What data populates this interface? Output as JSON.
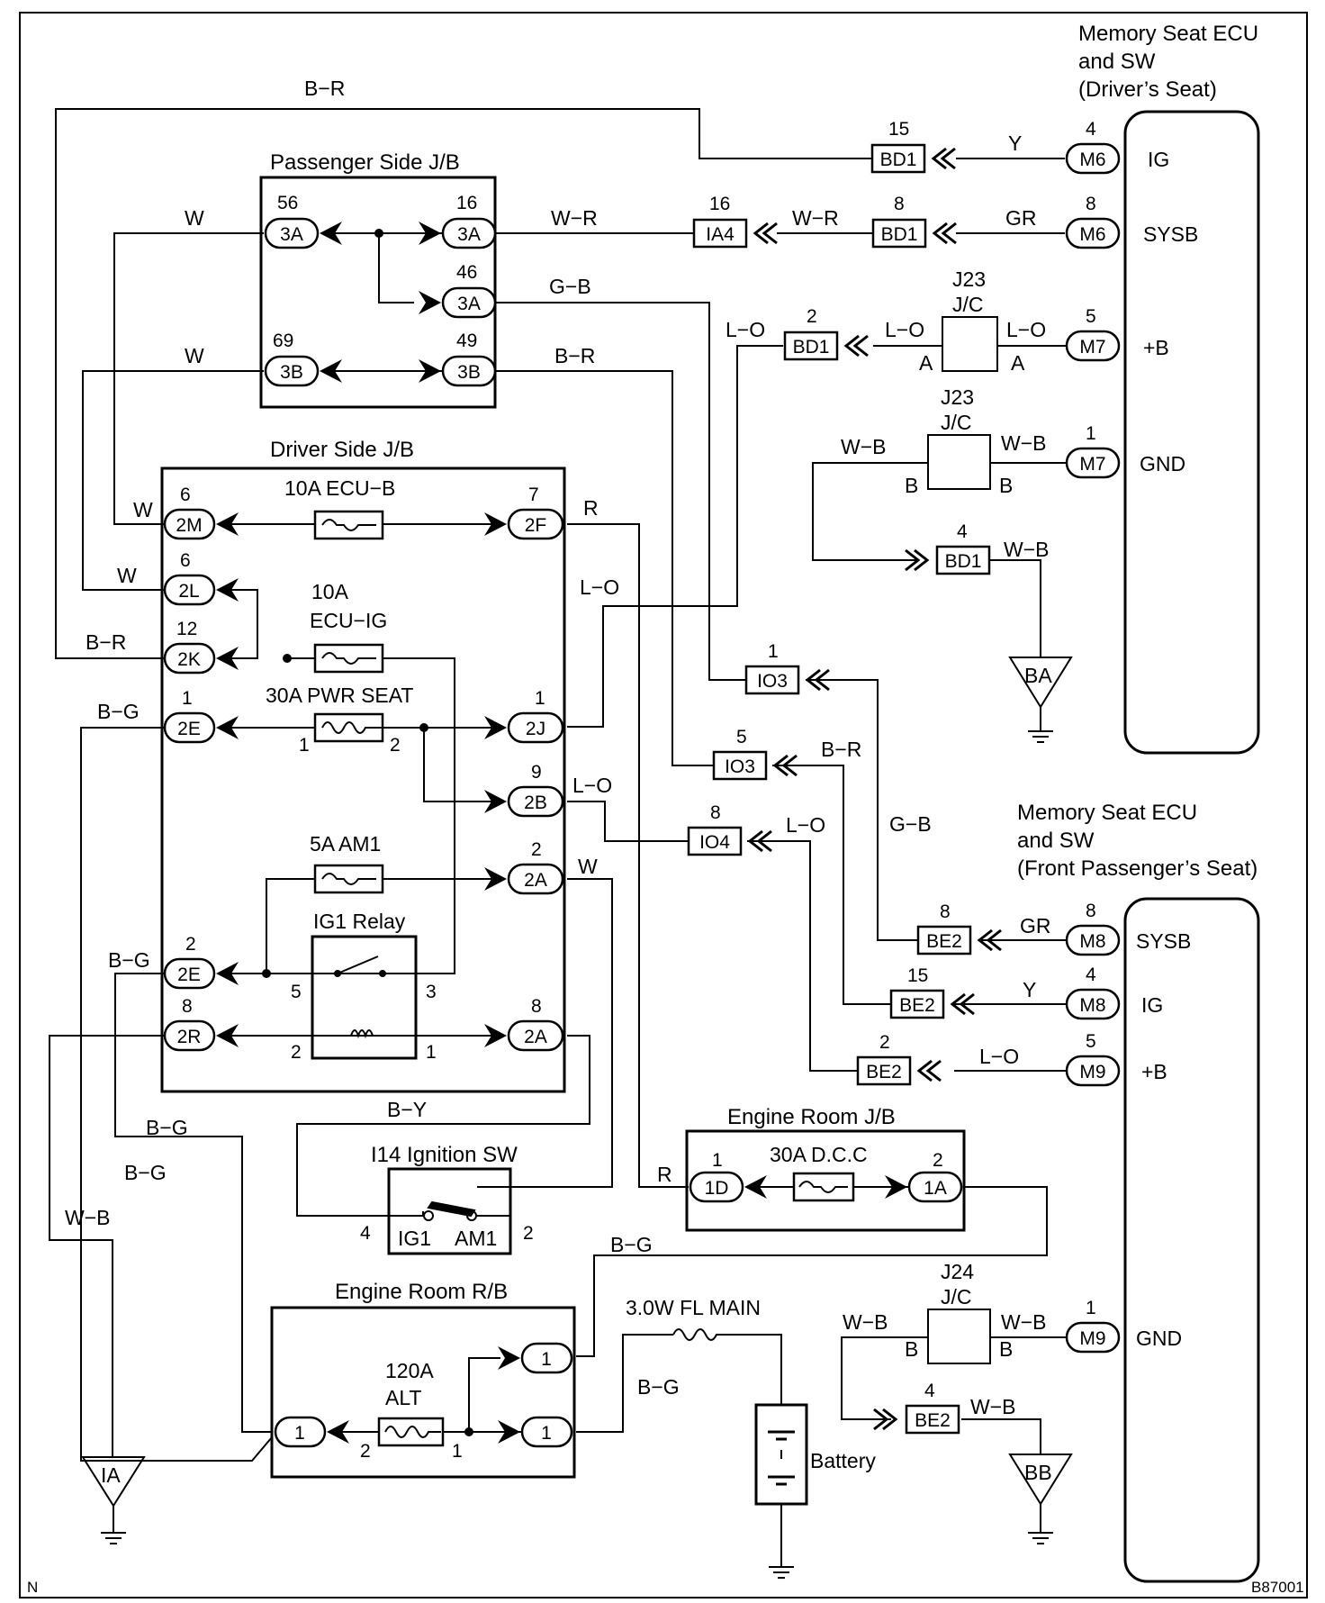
{
  "headers": {
    "ecu_driver_line1": "Memory Seat ECU",
    "ecu_driver_line2": "and SW",
    "ecu_driver_line3": "(Driver’s Seat)",
    "ecu_pass_line1": "Memory Seat ECU",
    "ecu_pass_line2": "and SW",
    "ecu_pass_line3": "(Front Passenger’s Seat)",
    "passenger_jb": "Passenger Side J/B",
    "driver_jb": "Driver Side J/B",
    "engine_jb": "Engine Room J/B",
    "engine_rb": "Engine Room R/B",
    "ignition_sw": "I14 Ignition SW"
  },
  "fuses": {
    "ecu_b": "10A ECU−B",
    "ecu_ig_1": "10A",
    "ecu_ig_2": "ECU−IG",
    "pwr_seat": "30A PWR SEAT",
    "am1": "5A AM1",
    "ig1_relay": "IG1 Relay",
    "dcc": "30A D.C.C",
    "alt_1": "120A",
    "alt_2": "ALT",
    "fl_main": "3.0W FL MAIN",
    "battery": "Battery"
  },
  "ecu_pins": {
    "ig": "IG",
    "sysb": "SYSB",
    "plus_b": "+B",
    "gnd": "GND",
    "p_sysb": "SYSB",
    "p_ig": "IG",
    "p_plus_b": "+B",
    "p_gnd": "GND"
  },
  "jc": {
    "j23": "J23",
    "j24": "J24",
    "jc": "J/C"
  },
  "grounds": {
    "ba": "BA",
    "ia": "IA",
    "bb": "BB"
  },
  "switch": {
    "ig1": "IG1",
    "am1": "AM1"
  },
  "footer": {
    "left": "N",
    "right": "B87001"
  },
  "wire_colors": {
    "b_r": "B−R",
    "w": "W",
    "w_r": "W−R",
    "g_b": "G−B",
    "y": "Y",
    "gr": "GR",
    "l_o": "L−O",
    "w_b": "W−B",
    "b_g": "B−G",
    "r": "R",
    "b_y": "B−Y"
  },
  "connectors": {
    "m6": "M6",
    "m7": "M7",
    "m8": "M8",
    "m9": "M9",
    "bd1": "BD1",
    "ia4": "IA4",
    "io3": "IO3",
    "io4": "IO4",
    "be2": "BE2",
    "c3a": "3A",
    "c3b": "3B",
    "c2m": "2M",
    "c2l": "2L",
    "c2k": "2K",
    "c2e": "2E",
    "c2r": "2R",
    "c2f": "2F",
    "c2j": "2J",
    "c2b": "2B",
    "c2a": "2A",
    "c1d": "1D",
    "c1a": "1A",
    "c1": "1"
  },
  "pin_numbers": {
    "p1": "1",
    "p2": "2",
    "p3": "3",
    "p4": "4",
    "p5": "5",
    "p6": "6",
    "p7": "7",
    "p8": "8",
    "p9": "9",
    "p12": "12",
    "p15": "15",
    "p16": "16",
    "p46": "46",
    "p49": "49",
    "p56": "56",
    "p69": "69",
    "a": "A",
    "b": "B"
  }
}
